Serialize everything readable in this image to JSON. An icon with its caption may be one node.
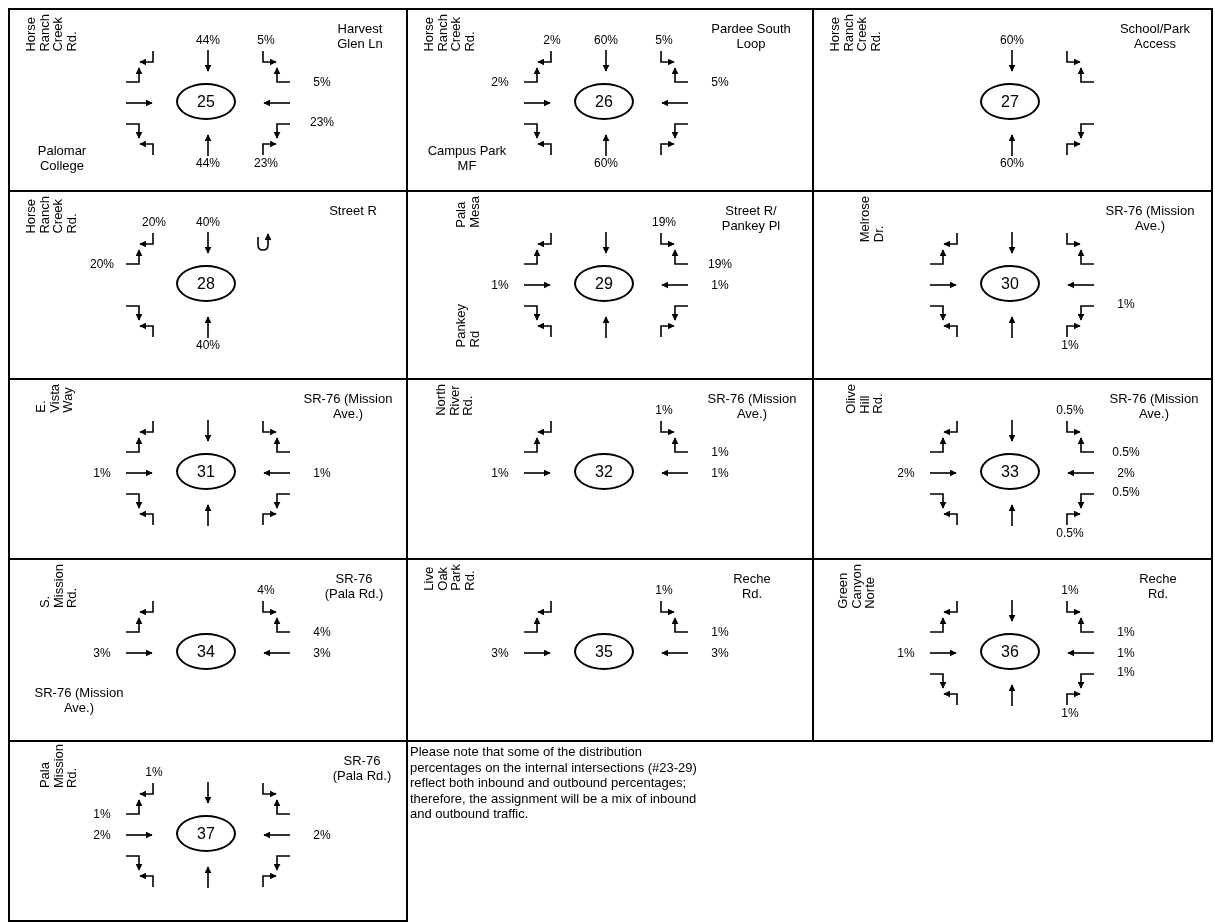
{
  "diagram": {
    "nodes": [
      {
        "text": [
          "Horse Ranch Creek Rd.",
          "Harvest Glen Ln",
          "Palomar College",
          "44%",
          "5%",
          "5%",
          "23%",
          "44%",
          "23%"
        ]
      },
      {
        "text": [
          "25"
        ],
        "in": 0
      },
      {
        "text": [
          "Horse Ranch Creek Rd.",
          "Pardee South Loop",
          "Campus Park MF",
          "2%",
          "60%",
          "5%",
          "2%",
          "5%",
          "60%"
        ]
      },
      {
        "text": [
          "26"
        ],
        "in": 2
      },
      {
        "text": [
          "Horse Ranch Creek Rd.",
          "60%",
          "School/Park Access",
          "60%"
        ]
      },
      {
        "text": [
          "27"
        ],
        "in": 4
      },
      {
        "text": [
          "Horse Ranch Creek Rd.",
          "Street R",
          "20%",
          "40%",
          "20%",
          "40%"
        ]
      },
      {
        "text": [
          "28"
        ],
        "in": 6
      },
      {
        "text": [
          "Pala Mesa",
          "19%",
          "Street R/ Pankey Pl",
          "19%",
          "1%",
          "1%",
          "Pankey Rd"
        ]
      },
      {
        "text": [
          "29"
        ],
        "in": 8
      },
      {
        "text": [
          "Melrose Dr.",
          "SR-76 (Mission Ave.)",
          "1%",
          "1%"
        ]
      },
      {
        "text": [
          "30"
        ],
        "in": 10
      },
      {
        "text": [
          "E. Vista Way",
          "SR-76 (Mission Ave.)",
          "1%",
          "1%"
        ]
      },
      {
        "text": [
          "31"
        ],
        "in": 12
      },
      {
        "text": [
          "North River Rd.",
          "1%",
          "SR-76 (Mission Ave.)",
          "1%",
          "1%",
          "1%"
        ]
      },
      {
        "text": [
          "32"
        ],
        "in": 14
      },
      {
        "text": [
          "Olive Hill Rd.",
          "0.5%",
          "SR-76 (Mission Ave.)",
          "0.5%",
          "2%",
          "2%",
          "0.5%",
          "0.5%"
        ]
      },
      {
        "text": [
          "33"
        ],
        "in": 16
      },
      {
        "text": [
          "S. Mission Rd.",
          "SR-76 (Pala Rd.)",
          "SR-76 (Mission Ave.)",
          "4%",
          "4%",
          "3%",
          "3%"
        ]
      },
      {
        "text": [
          "34"
        ],
        "in": 18
      },
      {
        "text": [
          "Live Oak Park Rd.",
          "Reche Rd.",
          "1%",
          "1%",
          "3%",
          "3%"
        ]
      },
      {
        "text": [
          "35"
        ],
        "in": 20
      },
      {
        "text": [
          "Green Canyon Norte",
          "Reche Rd.",
          "1%",
          "1%",
          "1%",
          "1%",
          "1%",
          "1%"
        ]
      },
      {
        "text": [
          "36"
        ],
        "in": 22
      },
      {
        "text": [
          "Pala Mission Rd.",
          "1%",
          "SR-76 (Pala Rd.)",
          "1%",
          "2%",
          "2%"
        ]
      },
      {
        "text": [
          "37"
        ],
        "in": 24
      },
      {
        "text": [
          "Please note that some of the distribution percentages on the internal intersections (#23-29) reflect both inbound and outbound percentages; therefore, the assignment will be a mix of inbound and outbound traffic."
        ]
      }
    ],
    "edges": []
  }
}
